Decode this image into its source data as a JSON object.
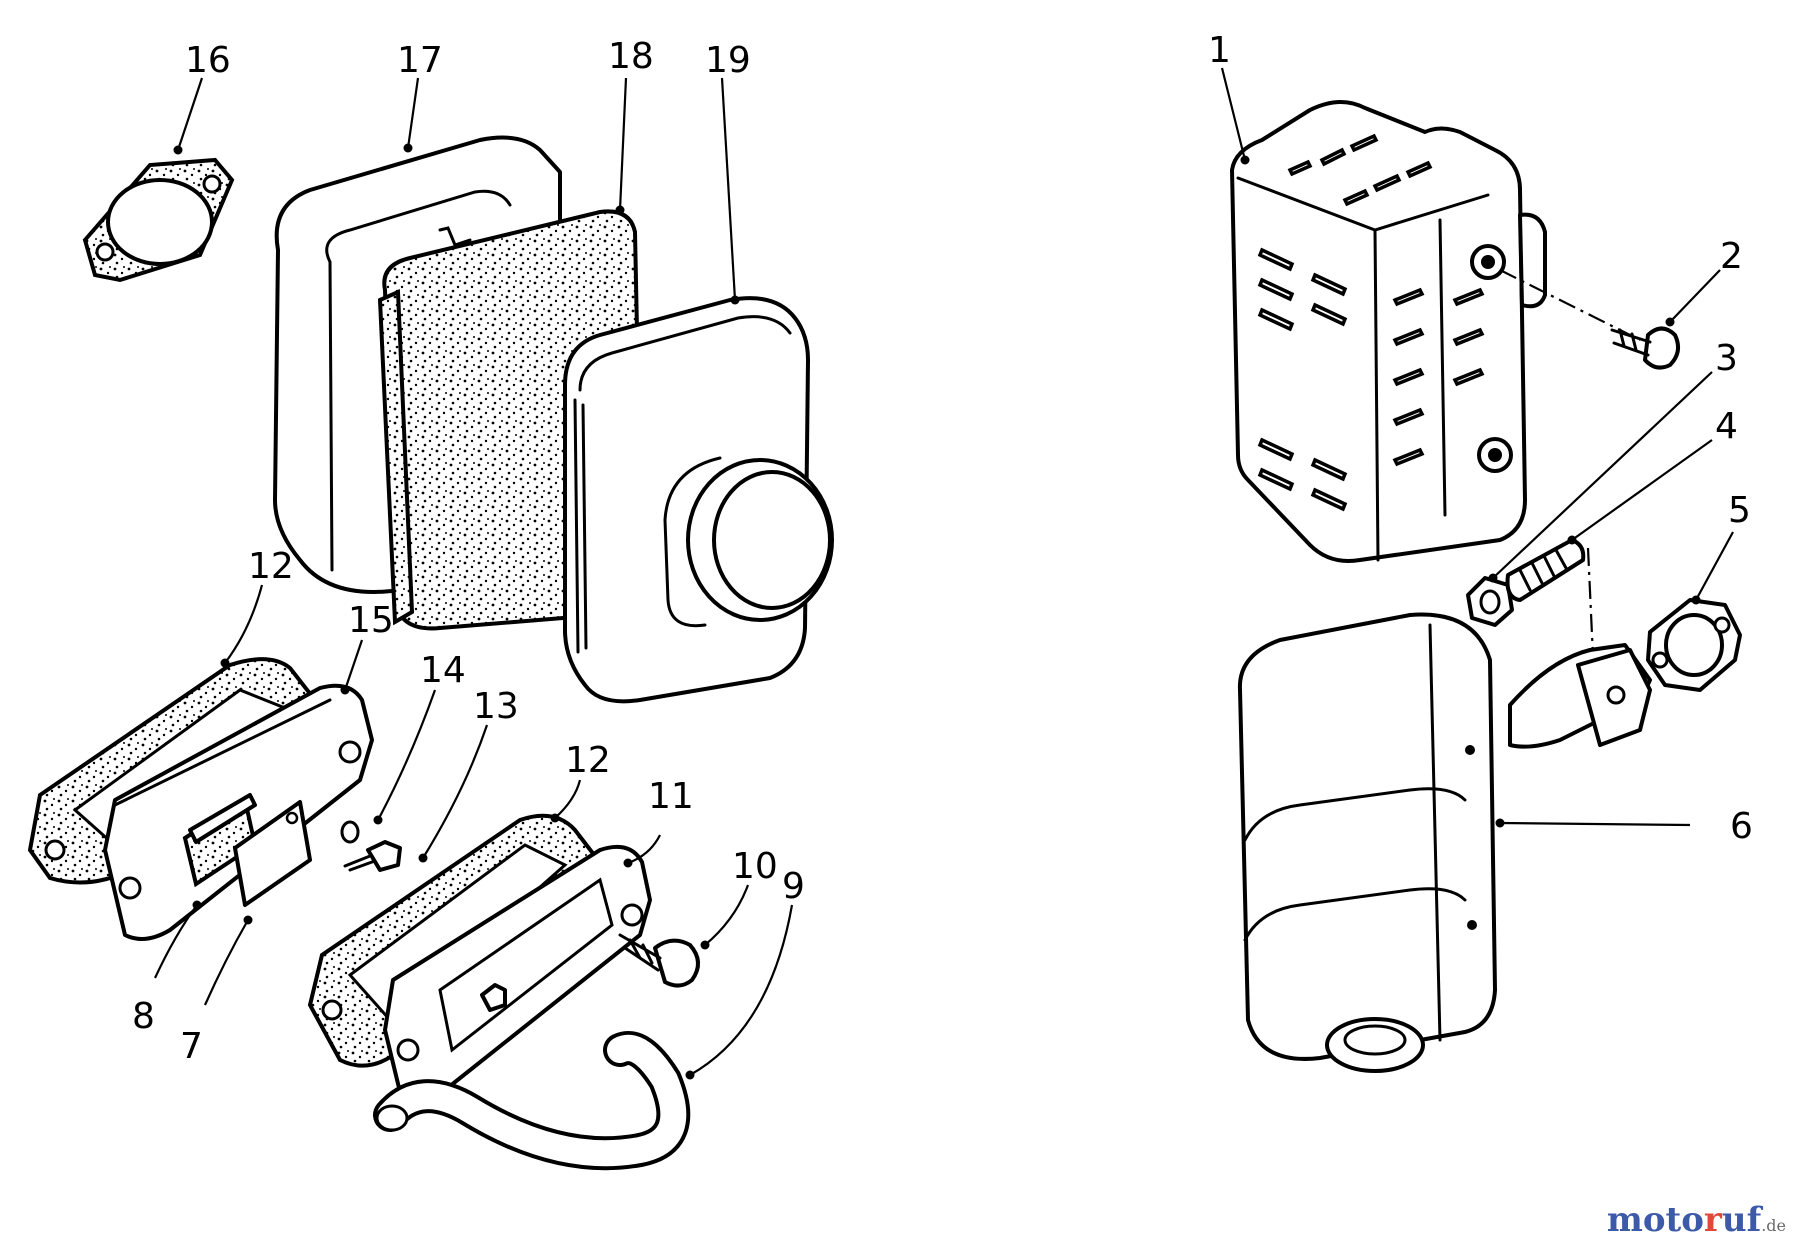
{
  "diagram": {
    "callouts": {
      "c1": "1",
      "c2": "2",
      "c3": "3",
      "c4": "4",
      "c5": "5",
      "c6": "6",
      "c7": "7",
      "c8": "8",
      "c9": "9",
      "c10": "10",
      "c11": "11",
      "c12a": "12",
      "c12b": "12",
      "c13": "13",
      "c14": "14",
      "c15": "15",
      "c16": "16",
      "c17": "17",
      "c18": "18",
      "c19": "19"
    },
    "parts": [
      {
        "number": "1",
        "depicts": "muffler heat shield"
      },
      {
        "number": "2",
        "depicts": "shield screw"
      },
      {
        "number": "3",
        "depicts": "hex nut"
      },
      {
        "number": "4",
        "depicts": "exhaust stud"
      },
      {
        "number": "5",
        "depicts": "exhaust gasket"
      },
      {
        "number": "6",
        "depicts": "muffler"
      },
      {
        "number": "7",
        "depicts": "breather reed valve"
      },
      {
        "number": "8",
        "depicts": "breather filter"
      },
      {
        "number": "9",
        "depicts": "breather tube"
      },
      {
        "number": "10",
        "depicts": "flange screw"
      },
      {
        "number": "11",
        "depicts": "breather cover"
      },
      {
        "number": "12",
        "depicts": "breather gasket"
      },
      {
        "number": "13",
        "depicts": "screw"
      },
      {
        "number": "14",
        "depicts": "washer"
      },
      {
        "number": "15",
        "depicts": "breather plate"
      },
      {
        "number": "16",
        "depicts": "air cleaner gasket"
      },
      {
        "number": "17",
        "depicts": "air cleaner base"
      },
      {
        "number": "18",
        "depicts": "foam element"
      },
      {
        "number": "19",
        "depicts": "air cleaner cover"
      }
    ]
  },
  "watermark": {
    "part1": "moto",
    "part2": "r",
    "part3": "uf",
    "part4": ".de"
  }
}
